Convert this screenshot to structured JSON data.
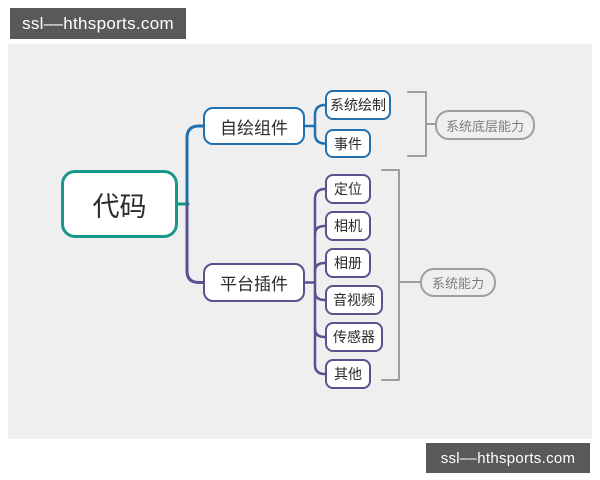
{
  "watermarks": {
    "top": "ssl––hthsports.com",
    "bottom": "ssl––hthsports.com"
  },
  "mindmap": {
    "root": {
      "label": "代码"
    },
    "branches": [
      {
        "label": "自绘组件",
        "children": [
          "系统绘制",
          "事件"
        ],
        "group_label": "系统底层能力"
      },
      {
        "label": "平台插件",
        "children": [
          "定位",
          "相机",
          "相册",
          "音视频",
          "传感器",
          "其他"
        ],
        "group_label": "系统能力"
      }
    ]
  },
  "colors": {
    "root_border": "#17998a",
    "branch1_border": "#2170ad",
    "branch2_border": "#5a518f",
    "group_border": "#9e9e9e",
    "group_text": "#7d7d7d",
    "canvas_bg": "#efeff0",
    "watermark_bg": "#59595b",
    "node_text": "#2b2b2b"
  }
}
